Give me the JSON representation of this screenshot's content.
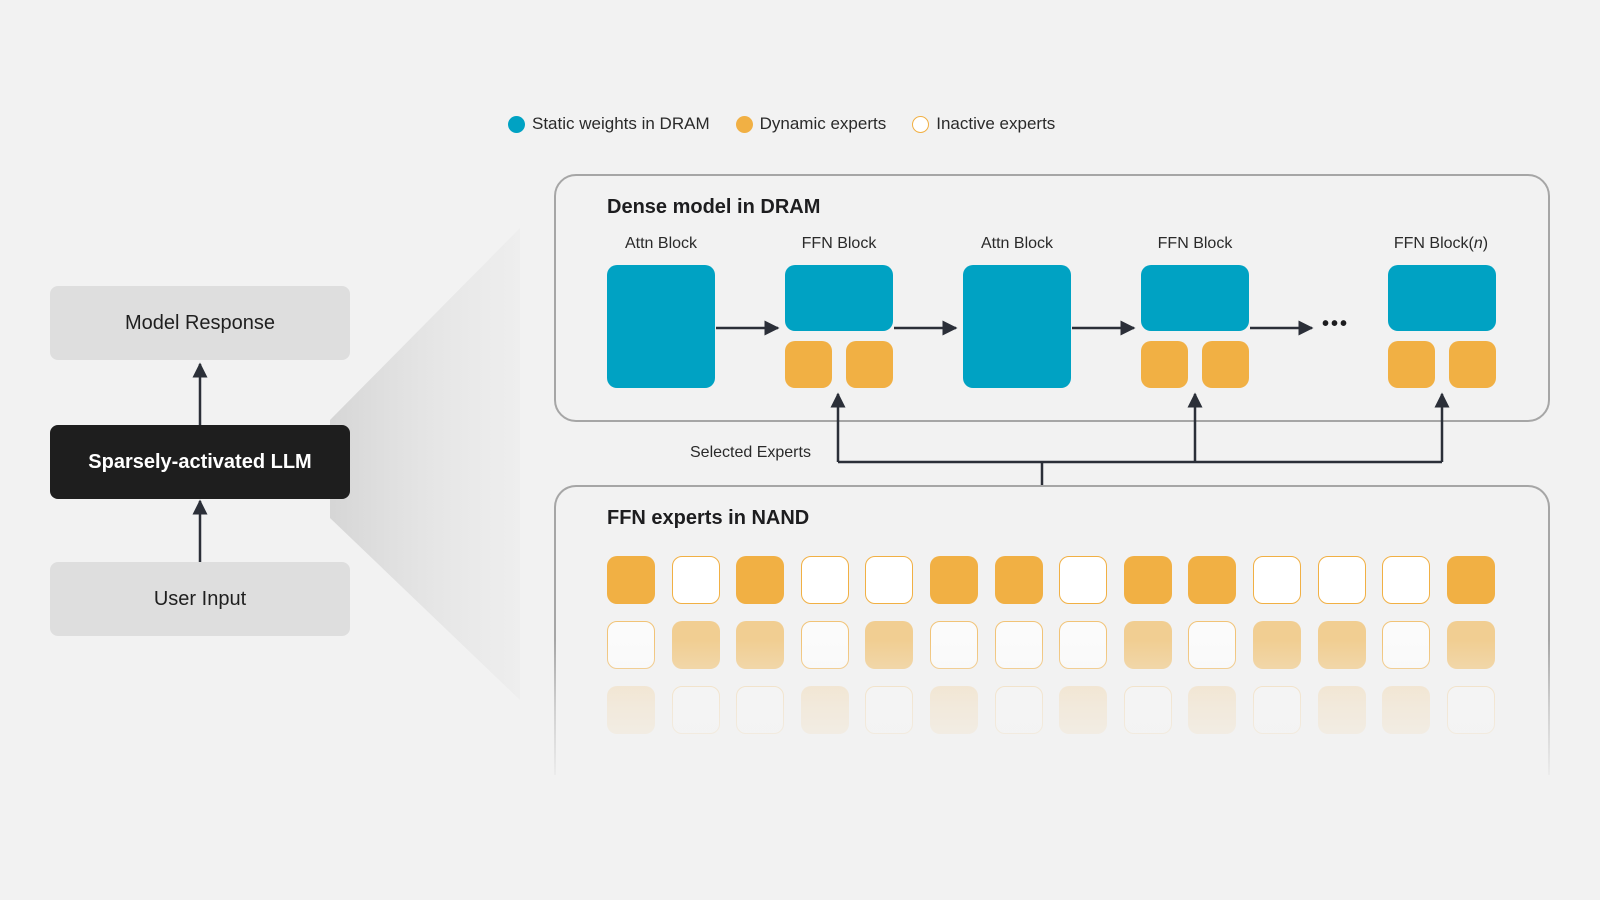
{
  "legend": {
    "static": "Static weights in DRAM",
    "dynamic": "Dynamic experts",
    "inactive": "Inactive experts"
  },
  "flow": {
    "response": "Model Response",
    "llm": "Sparsely-activated LLM",
    "input": "User Input"
  },
  "dense": {
    "title": "Dense model in DRAM",
    "blocks": [
      "Attn Block",
      "FFN Block",
      "Attn Block",
      "FFN Block"
    ],
    "last_block_prefix": "FFN Block",
    "last_block_var": "n",
    "ellipsis": "•••"
  },
  "selected_label": "Selected Experts",
  "nand": {
    "title": "FFN experts in NAND",
    "rows": [
      [
        "active",
        "inactive",
        "active",
        "inactive",
        "inactive",
        "active",
        "active",
        "inactive",
        "active",
        "active",
        "inactive",
        "inactive",
        "inactive",
        "active"
      ],
      [
        "inactive",
        "active",
        "active",
        "inactive",
        "active",
        "inactive",
        "inactive",
        "inactive",
        "active",
        "inactive",
        "active",
        "active",
        "inactive",
        "active"
      ],
      [
        "active",
        "inactive",
        "inactive",
        "active",
        "inactive",
        "active",
        "inactive",
        "active",
        "inactive",
        "active",
        "inactive",
        "active",
        "active",
        "inactive"
      ]
    ]
  },
  "colors": {
    "static": "#00a2c3",
    "dynamic": "#f1b044",
    "dark": "#1e1e1e",
    "connector": "#2b2f38"
  }
}
